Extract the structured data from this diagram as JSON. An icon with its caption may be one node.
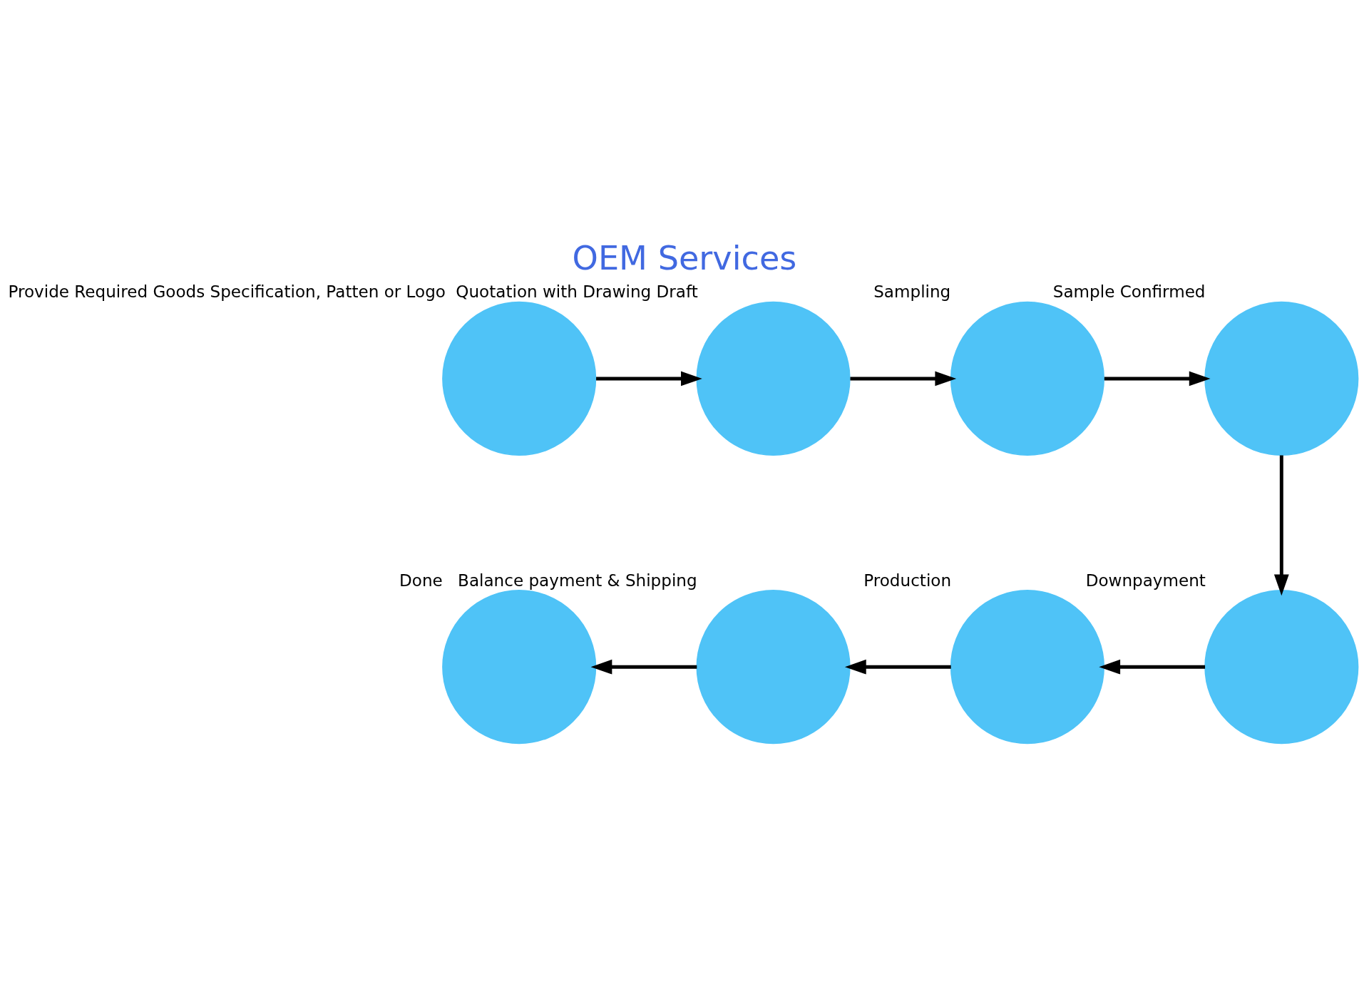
{
  "diagram": {
    "title": "OEM Services",
    "nodes": [
      {
        "text": [
          "Provide Required Goods Specification, Patten or Logo"
        ]
      },
      {
        "text": [
          "Quotation with Drawing Draft"
        ]
      },
      {
        "text": [
          "Sampling"
        ]
      },
      {
        "text": [
          "Sample Confirmed"
        ]
      },
      {
        "text": [
          "Downpayment"
        ]
      },
      {
        "text": [
          "Production"
        ]
      },
      {
        "text": [
          "Balance payment & Shipping"
        ]
      },
      {
        "text": [
          "Done"
        ]
      }
    ],
    "edges": [
      {
        "from": 0,
        "to": 1,
        "arrow": "to"
      },
      {
        "from": 1,
        "to": 2,
        "arrow": "to"
      },
      {
        "from": 2,
        "to": 3,
        "arrow": "to"
      },
      {
        "from": 3,
        "to": 4,
        "arrow": "to"
      },
      {
        "from": 4,
        "to": 5,
        "arrow": "to"
      },
      {
        "from": 5,
        "to": 6,
        "arrow": "to"
      },
      {
        "from": 6,
        "to": 7,
        "arrow": "to"
      }
    ]
  }
}
